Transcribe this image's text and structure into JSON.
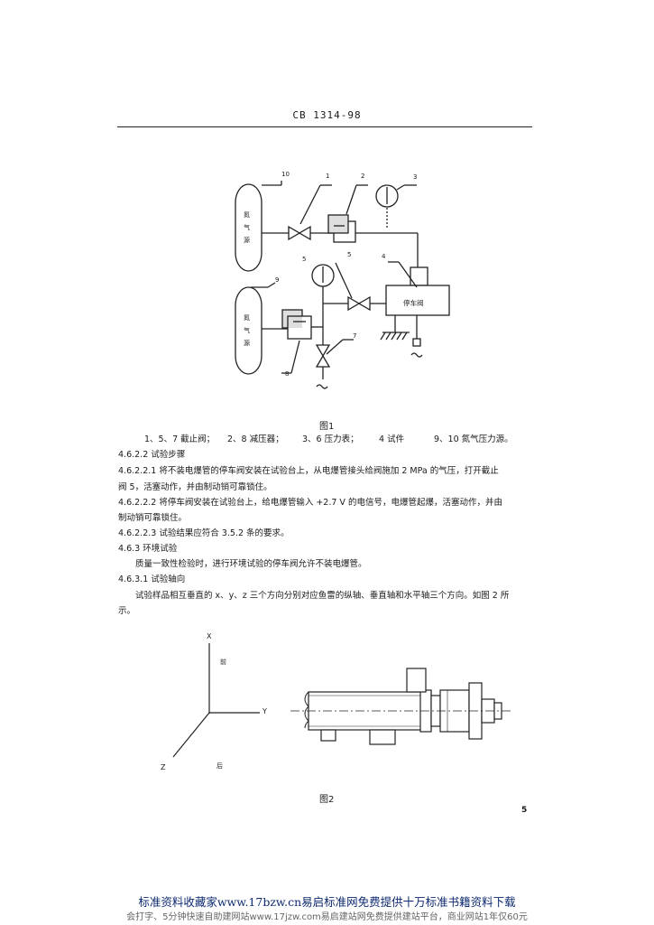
{
  "header": {
    "standard_code": "CB 1314-98"
  },
  "figure1": {
    "caption": "图1",
    "callouts": [
      "10",
      "1",
      "2",
      "3",
      "5",
      "5",
      "4",
      "9",
      "7",
      "8"
    ],
    "tank_label_chars": [
      "氮",
      "气",
      "源"
    ],
    "test_piece_label": "停车阀"
  },
  "legend": {
    "part1": "1、5、7  截止阀；",
    "part2": "2、8  减压器；",
    "part3": "3、6  压力表；",
    "part4": "4  试件",
    "part5": "9、10  氮气压力源。"
  },
  "body": {
    "s1_heading": "4.6.2.2  试验步骤",
    "s2_line1": "4.6.2.2.1  将不装电爆管的停车阀安装在试验台上，从电爆管接头给阀施加 2 MPa 的气压，打开截止",
    "s2_line2": "阀 5，活塞动作，并由制动销可靠锁住。",
    "s3_line1": "4.6.2.2.2  将停车阀安装在试验台上，给电爆管输入 +2.7 V 的电信号，电爆管起爆，活塞动作，并由",
    "s3_line2": "制动销可靠锁住。",
    "s4": "4.6.2.2.3  试验结果应符合 3.5.2 条的要求。",
    "s5": "4.6.3  环境试验",
    "s6": "质量一致性检验时，进行环境试验的停车阀允许不装电爆管。",
    "s7": "4.6.3.1  试验轴向",
    "s8_line1": "试验样品相互垂直的 x、y、z 三个方向分别对应鱼雷的纵轴、垂直轴和水平轴三个方向。如图 2 所",
    "s8_line2": "示。"
  },
  "figure2": {
    "caption": "图2",
    "axis_x": "X",
    "axis_y": "Y",
    "axis_z": "Z",
    "label_top": "前",
    "label_bottom": "后"
  },
  "page_number": "5",
  "footer": {
    "line1": "标准资料收藏家www.17bzw.cn易启标准网免费提供十万标准书籍资料下载",
    "line2": "会打字、5分钟快速自助建网站www.17jzw.com易启建站网免费提供建站平台，商业网站1年仅60元"
  }
}
